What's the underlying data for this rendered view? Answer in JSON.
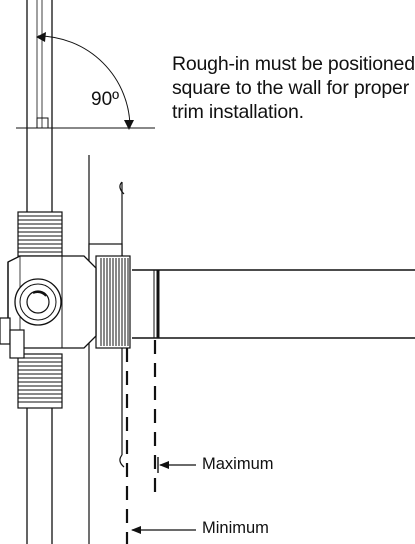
{
  "note": {
    "line1": "Rough-in must be positioned",
    "line2": "square to the wall for proper",
    "line3": "trim installation."
  },
  "angle_label": "90º",
  "dimensions": {
    "maximum_label": "Maximum",
    "minimum_label": "Minimum"
  },
  "colors": {
    "ink": "#111111",
    "background": "#ffffff"
  }
}
